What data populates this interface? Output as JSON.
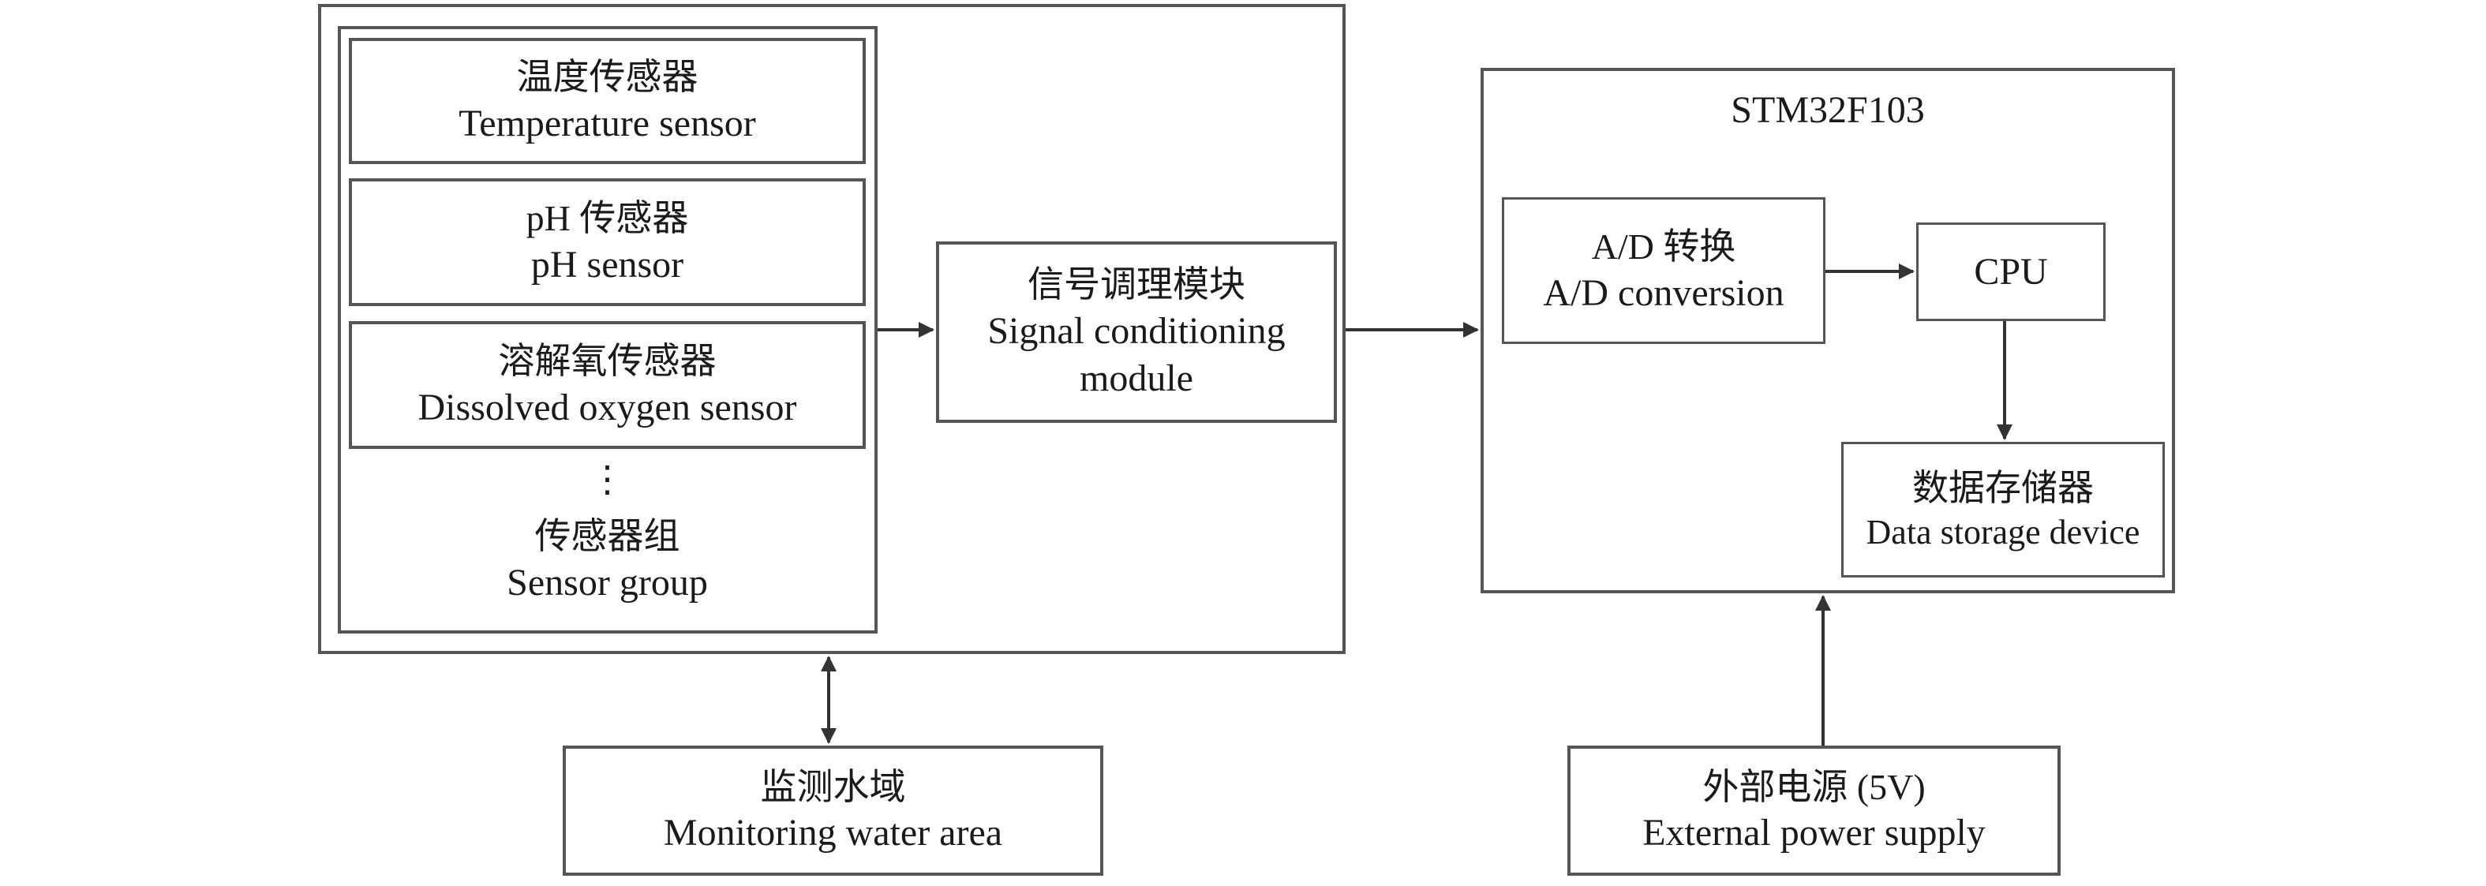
{
  "sensor_group": {
    "temperature": {
      "zh": "温度传感器",
      "en": "Temperature sensor"
    },
    "ph": {
      "zh": "pH 传感器",
      "en": "pH sensor"
    },
    "dissolved_oxygen": {
      "zh": "溶解氧传感器",
      "en": "Dissolved oxygen sensor"
    },
    "ellipsis": "⋮",
    "group_label": {
      "zh": "传感器组",
      "en": "Sensor group"
    }
  },
  "signal_module": {
    "zh": "信号调理模块",
    "en_line1": "Signal conditioning",
    "en_line2": "module"
  },
  "mcu": {
    "title": "STM32F103",
    "adc": {
      "zh": "A/D 转换",
      "en": "A/D conversion"
    },
    "cpu": "CPU",
    "storage": {
      "zh": "数据存储器",
      "en": "Data storage device"
    }
  },
  "water_area": {
    "zh": "监测水域",
    "en": "Monitoring water area"
  },
  "power": {
    "zh": "外部电源 (5V)",
    "en": "External power supply"
  }
}
